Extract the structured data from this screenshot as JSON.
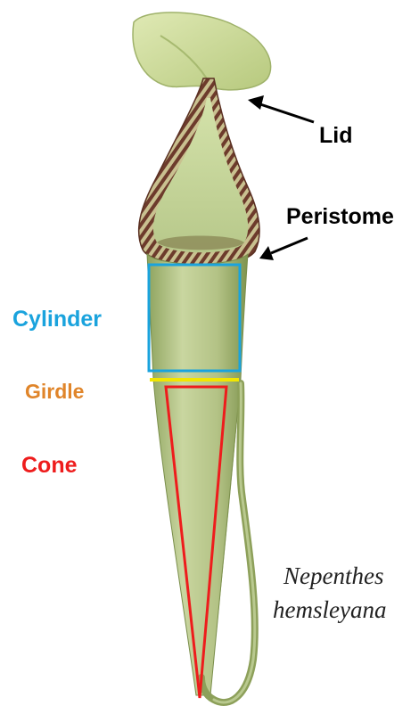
{
  "labels": {
    "lid": "Lid",
    "peristome": "Peristome",
    "cylinder": "Cylinder",
    "girdle": "Girdle",
    "cone": "Cone"
  },
  "species": {
    "genus": "Nepenthes",
    "epithet": "hemsleyana"
  },
  "colors": {
    "cylinder": "#1aa3dd",
    "girdle_label": "#e0852a",
    "girdle_line": "#f2e600",
    "cone": "#ee1c1c",
    "pitcher_body": "#b9c98f",
    "lid": "#d6e4a8",
    "peristome_dark": "#6d3b2c",
    "peristome_light": "#c9c190"
  }
}
